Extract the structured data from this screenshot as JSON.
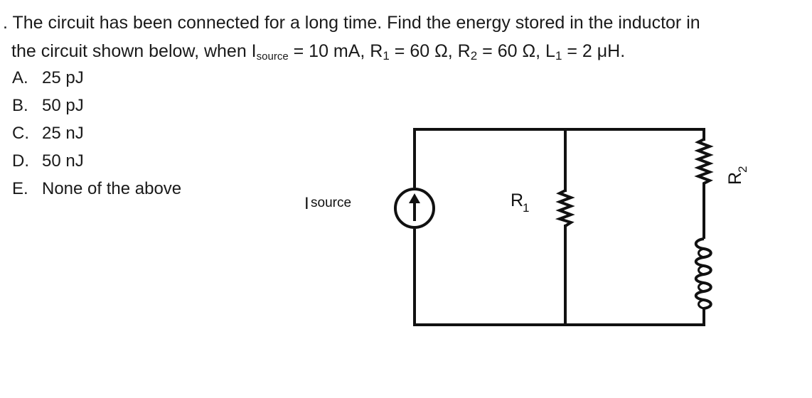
{
  "question": {
    "prefix": ". The circuit has been connected for a long time. Find the energy stored in the inductor in",
    "line2_start": "the circuit shown below, when I",
    "isource_sub": "source",
    "isource_val": " = 10 mA, R",
    "r1_sub": "1",
    "r1_val": " = 60 Ω, R",
    "r2_sub": "2",
    "r2_val": " = 60 Ω, L",
    "l1_sub": "1",
    "l1_val": " = 2 μH."
  },
  "choices": [
    {
      "letter": "A.",
      "text": "25 pJ"
    },
    {
      "letter": "B.",
      "text": "50 pJ"
    },
    {
      "letter": "C.",
      "text": "25 nJ"
    },
    {
      "letter": "D.",
      "text": "50 nJ"
    },
    {
      "letter": "E.",
      "text": "None of the above"
    }
  ],
  "circuit": {
    "source_label": "I",
    "source_label_sub": "source",
    "r1_label": "R",
    "r1_label_sub": "1",
    "r2_label": "R",
    "r2_label_sub": "2"
  }
}
